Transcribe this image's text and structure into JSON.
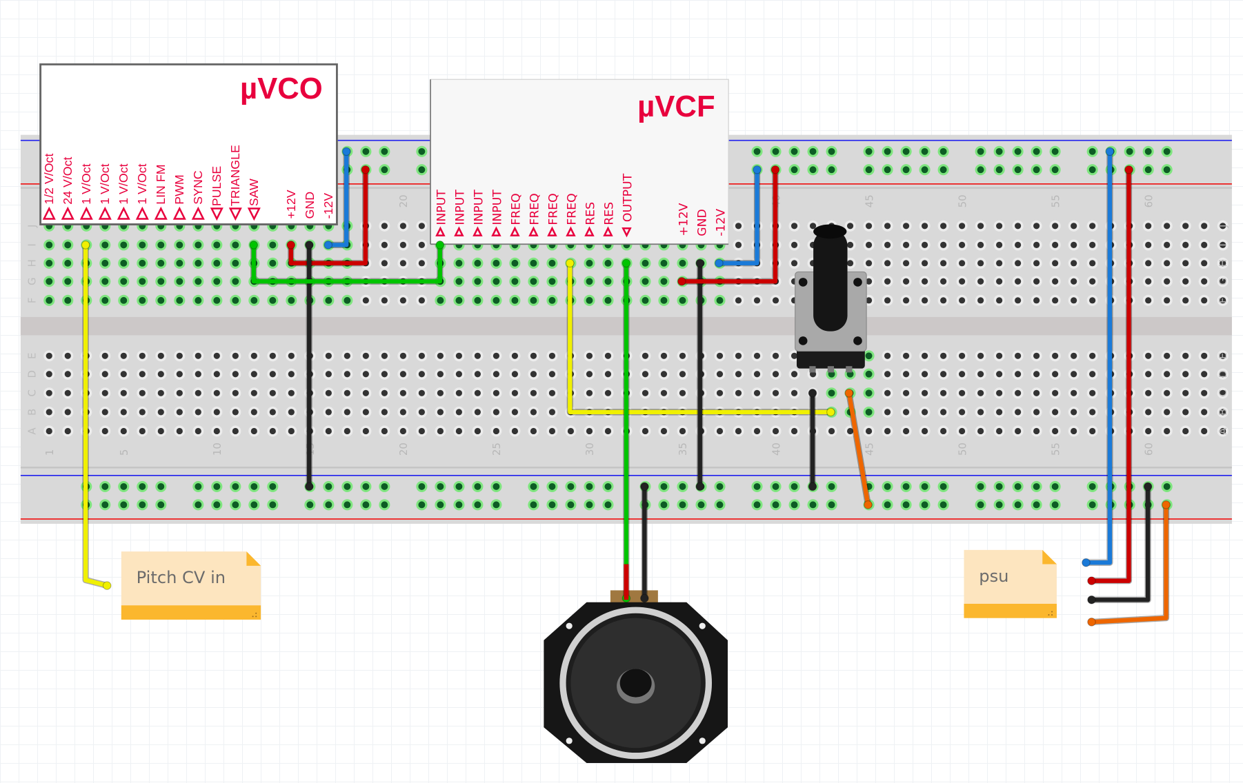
{
  "modules": {
    "vco": {
      "title": "µVCO",
      "pins": [
        {
          "label": "1/2 V/Oct",
          "dir": "in"
        },
        {
          "label": "24 V/Oct",
          "dir": "in"
        },
        {
          "label": "1 V/Oct",
          "dir": "in"
        },
        {
          "label": "1 V/Oct",
          "dir": "in"
        },
        {
          "label": "1 V/Oct",
          "dir": "in"
        },
        {
          "label": "1 V/Oct",
          "dir": "in"
        },
        {
          "label": "LIN FM",
          "dir": "in"
        },
        {
          "label": "PWM",
          "dir": "in"
        },
        {
          "label": "SYNC",
          "dir": "in"
        },
        {
          "label": "PULSE",
          "dir": "out"
        },
        {
          "label": "TRIANGLE",
          "dir": "out"
        },
        {
          "label": "SAW",
          "dir": "out"
        }
      ],
      "power": [
        "+12V",
        "GND",
        "-12V"
      ]
    },
    "vcf": {
      "title": "µVCF",
      "pins": [
        {
          "label": "INPUT",
          "dir": "in"
        },
        {
          "label": "INPUT",
          "dir": "in"
        },
        {
          "label": "INPUT",
          "dir": "in"
        },
        {
          "label": "INPUT",
          "dir": "in"
        },
        {
          "label": "FREQ",
          "dir": "in"
        },
        {
          "label": "FREQ",
          "dir": "in"
        },
        {
          "label": "FREQ",
          "dir": "in"
        },
        {
          "label": "FREQ",
          "dir": "in"
        },
        {
          "label": "RES",
          "dir": "in"
        },
        {
          "label": "RES",
          "dir": "in"
        },
        {
          "label": "OUTPUT",
          "dir": "out"
        }
      ],
      "power": [
        "+12V",
        "GND",
        "-12V"
      ]
    }
  },
  "breadboard": {
    "column_numbers": [
      "1",
      "5",
      "10",
      "15",
      "20",
      "25",
      "30",
      "35",
      "40",
      "45",
      "50",
      "55",
      "60"
    ],
    "row_letters_top": [
      "J",
      "I",
      "H",
      "G",
      "F"
    ],
    "row_letters_bottom": [
      "E",
      "D",
      "C",
      "B",
      "A"
    ]
  },
  "notes": {
    "pitch_cv": "Pitch CV in",
    "psu": "psu"
  },
  "colors": {
    "label_red": "#e8003d",
    "wire_yellow": "#f0f000",
    "wire_green": "#00c400",
    "wire_red": "#cc0000",
    "wire_blue": "#1a7ad8",
    "wire_black": "#222222",
    "wire_orange": "#ee6600",
    "note_fill": "#fde5bf",
    "note_bar": "#fbb72e",
    "connected_hole": "#0d5c24"
  }
}
